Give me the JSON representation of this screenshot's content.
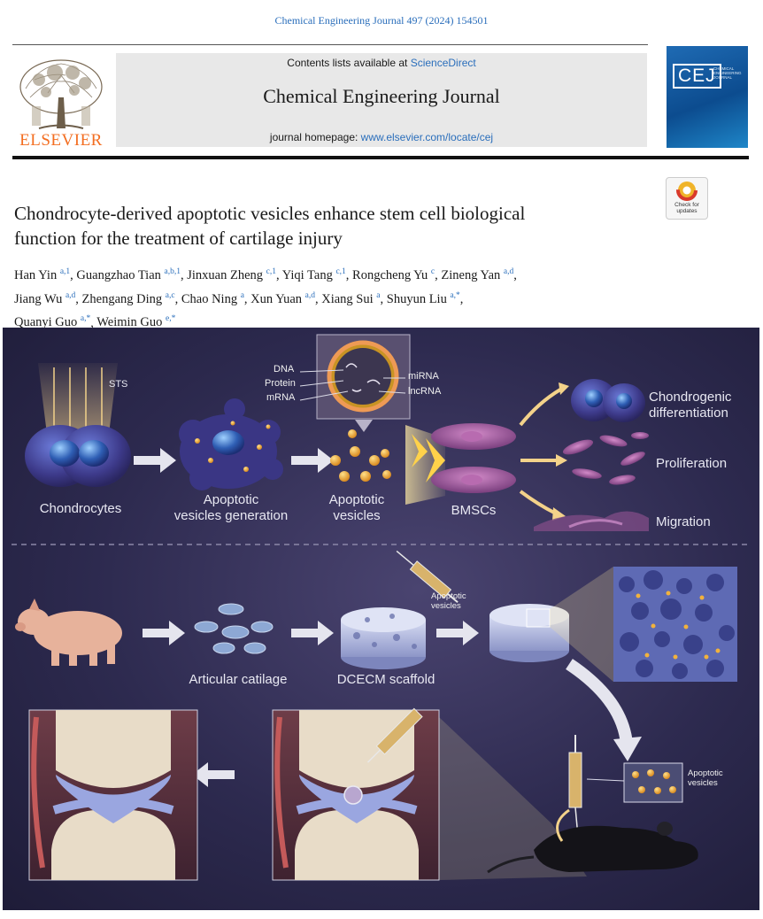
{
  "header": {
    "citation": "Chemical Engineering Journal 497 (2024) 154501",
    "publisher": "ELSEVIER",
    "contents_prefix": "Contents lists available at ",
    "contents_link": "ScienceDirect",
    "journal_title": "Chemical Engineering Journal",
    "homepage_prefix": "journal homepage: ",
    "homepage_link": "www.elsevier.com/locate/cej",
    "cover_logo": "CEJ",
    "cover_subtitle": "CHEMICAL ENGINEERING JOURNAL",
    "check_updates": "Check for updates"
  },
  "article": {
    "title_line1": "Chondrocyte-derived apoptotic vesicles enhance stem cell biological",
    "title_line2": "function for the treatment of cartilage injury",
    "authors": [
      {
        "name": "Han Yin",
        "aff": "a,1"
      },
      {
        "name": "Guangzhao Tian",
        "aff": "a,b,1"
      },
      {
        "name": "Jinxuan Zheng",
        "aff": "c,1"
      },
      {
        "name": "Yiqi Tang",
        "aff": "c,1"
      },
      {
        "name": "Rongcheng Yu",
        "aff": "c"
      },
      {
        "name": "Zineng Yan",
        "aff": "a,d"
      },
      {
        "name": "Jiang Wu",
        "aff": "a,d"
      },
      {
        "name": "Zhengang Ding",
        "aff": "a,c"
      },
      {
        "name": "Chao Ning",
        "aff": "a"
      },
      {
        "name": "Xun Yuan",
        "aff": "a,d"
      },
      {
        "name": "Xiang Sui",
        "aff": "a"
      },
      {
        "name": "Shuyun Liu",
        "aff": "a,*"
      },
      {
        "name": "Quanyi Guo",
        "aff": "a,*"
      },
      {
        "name": "Weimin Guo",
        "aff": "e,*"
      }
    ]
  },
  "graphical_abstract": {
    "sts": "STS",
    "chondrocytes": "Chondrocytes",
    "ap_gen_1": "Apoptotic",
    "ap_gen_2": "vesicles generation",
    "ap_ves_1": "Apoptotic",
    "ap_ves_2": "vesicles",
    "dna": "DNA",
    "protein": "Protein",
    "mrna": "mRNA",
    "mirna": "miRNA",
    "lncrna": "lncRNA",
    "bmscs": "BMSCs",
    "chondro_1": "Chondrogenic",
    "chondro_2": "differentiation",
    "proliferation": "Proliferation",
    "migration": "Migration",
    "articular": "Articular catilage",
    "dcecm": "DCECM scaffold",
    "syringe_label_1": "Apoptotic",
    "syringe_label_2": "vesicles",
    "box_label_1": "Apoptotic",
    "box_label_2": "vesicles"
  }
}
